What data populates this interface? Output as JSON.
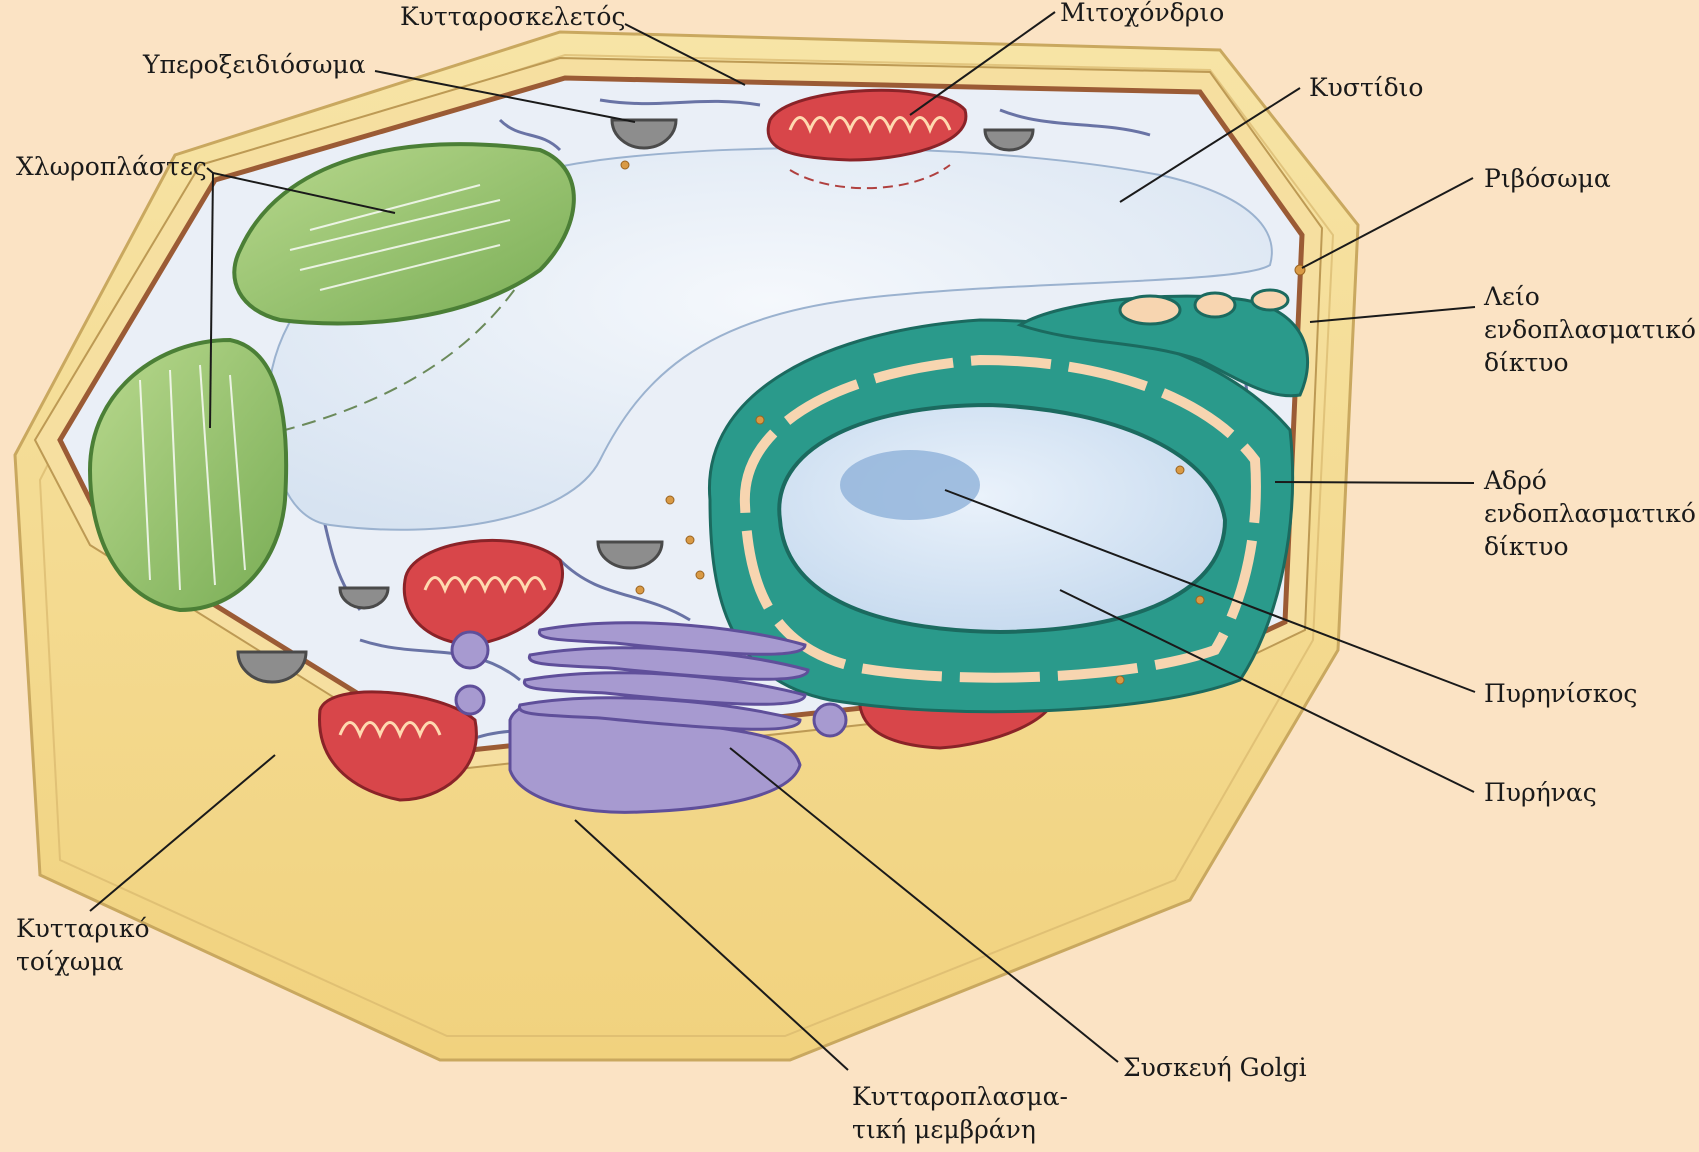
{
  "labels": {
    "cytoskeleton": [
      "Κυτταροσκελετός"
    ],
    "mitochondrion": [
      "Μιτοχόνδριο"
    ],
    "peroxisome": [
      "Υπεροξειδιόσωμα"
    ],
    "vacuole": [
      "Κυστίδιο"
    ],
    "chloroplasts": [
      "Χλωροπλάστες"
    ],
    "ribosome": [
      "Ριβόσωμα"
    ],
    "smooth_er": [
      "Λείο",
      "ενδοπλασματικό",
      "δίκτυο"
    ],
    "rough_er": [
      "Αδρό",
      "ενδοπλασματικό",
      "δίκτυο"
    ],
    "nucleolus": [
      "Πυρηνίσκος"
    ],
    "nucleus": [
      "Πυρήνας"
    ],
    "cell_wall": [
      "Κυτταρικό",
      "τοίχωμα"
    ],
    "golgi": [
      "Συσκευή Golgi"
    ],
    "plasma_membrane": [
      "Κυτταροπλασμα-",
      "τική μεμβράνη"
    ]
  },
  "colors": {
    "background": "#fbe3c4",
    "cell_wall": "#f3d88a",
    "cytoplasm": "#e9eef6",
    "vacuole": "#dfe9f5",
    "chloroplast": "#8cbc63",
    "mitochondrion": "#d8464a",
    "endoplasmic_reticulum": "#2a9a8b",
    "golgi": "#a79ad0",
    "nucleus": "#cfe0f1",
    "peroxisome": "#8d8d8d"
  }
}
